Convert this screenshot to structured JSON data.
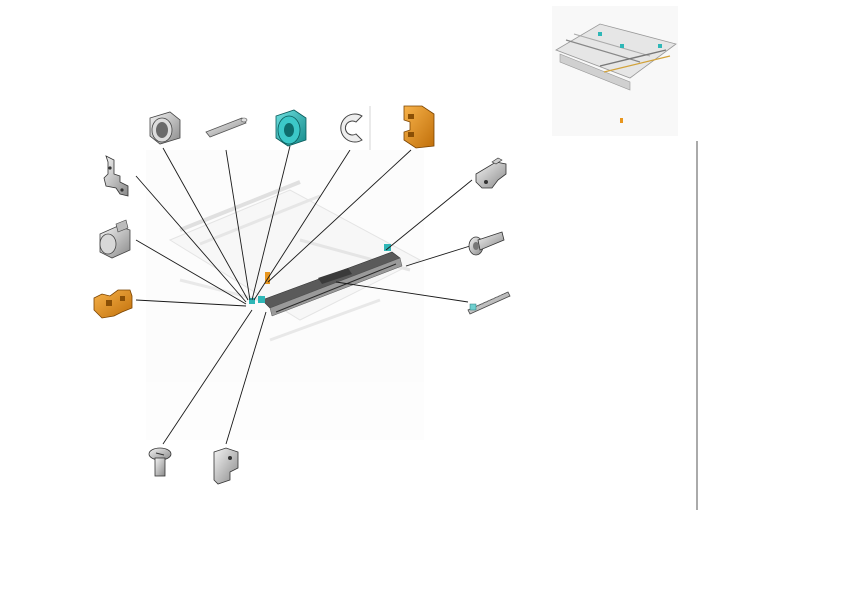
{
  "figure": {
    "type": "exploded-parts-diagram",
    "thumbnail": "transfer-unit-assembly-overview",
    "assembly": "transfer-belt-roller-unit",
    "parts": [
      {
        "name": "bushing",
        "color": "#b8b8b8"
      },
      {
        "name": "pin-shaft",
        "color": "#c8c8c8"
      },
      {
        "name": "roller-gear",
        "color": "#2fb7b7"
      },
      {
        "name": "e-ring",
        "color": "#d0d0d0"
      },
      {
        "name": "orange-bracket",
        "color": "#e8961e"
      },
      {
        "name": "ground-plate",
        "color": "#a0a0a0"
      },
      {
        "name": "bearing-holder",
        "color": "#b0b0b0"
      },
      {
        "name": "orange-guide",
        "color": "#e8961e"
      },
      {
        "name": "screw",
        "color": "#b0b0b0"
      },
      {
        "name": "mount-bracket",
        "color": "#a8a8a8"
      },
      {
        "name": "hinge-bracket",
        "color": "#b4b4b4"
      },
      {
        "name": "shaft-bolt",
        "color": "#b0b0b0"
      },
      {
        "name": "spring-rod",
        "color": "#c4c4c4"
      }
    ]
  }
}
